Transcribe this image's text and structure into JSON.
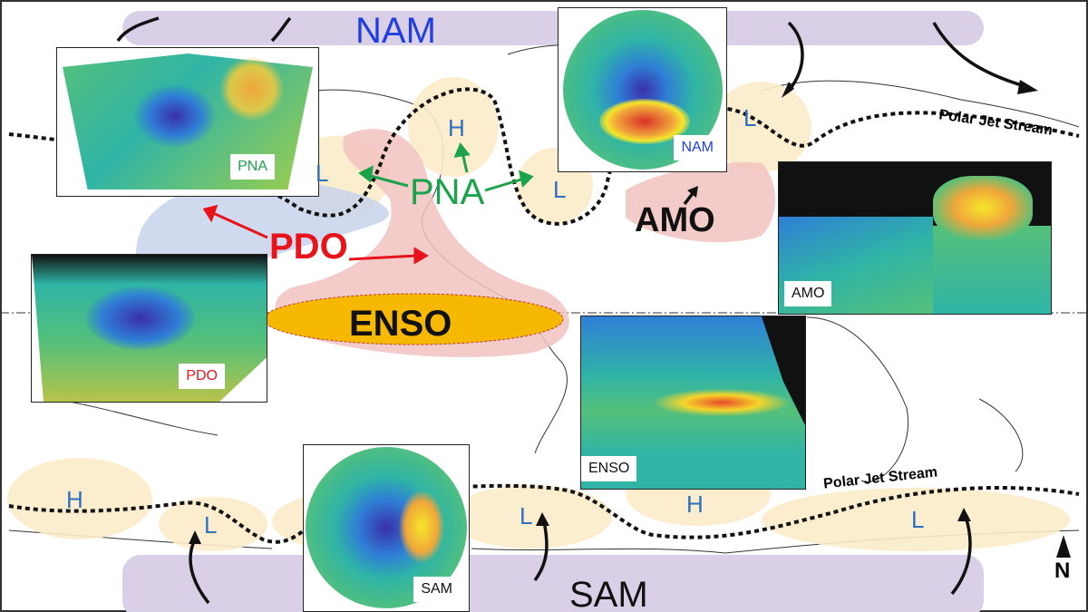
{
  "labels": {
    "nam": "NAM",
    "sam": "SAM",
    "pna": "PNA",
    "pdo": "PDO",
    "enso": "ENSO",
    "amo": "AMO",
    "jet_north": "Polar Jet Stream",
    "jet_south": "Polar Jet Stream",
    "north": "N"
  },
  "pressure": {
    "L": "L",
    "H": "H"
  },
  "insets": {
    "pna": "PNA",
    "nam": "NAM",
    "amo": "AMO",
    "pdo": "PDO",
    "enso": "ENSO",
    "sam": "SAM"
  },
  "colors": {
    "nam_label": "#1f3fe0",
    "pna": "#1aa34a",
    "pdo": "#e8141b",
    "pressure_letters": "#2f6fc0",
    "purple_band": "#d9cfe6",
    "tan_region": "#fbecc9",
    "pink_region": "#f1c2c0",
    "enso_fill": "#f6b800"
  }
}
